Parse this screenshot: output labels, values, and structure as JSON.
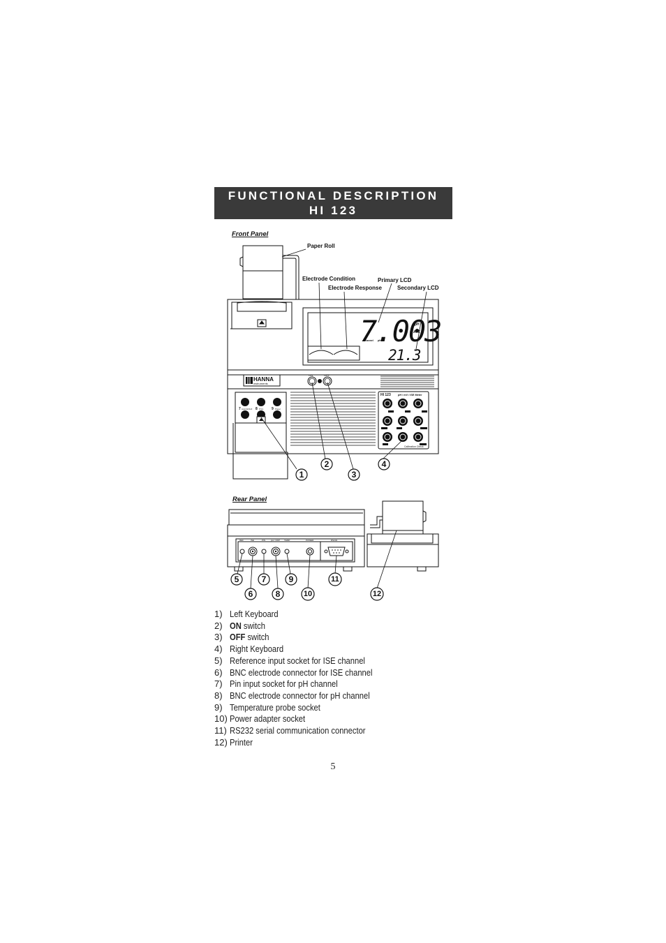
{
  "header": {
    "line1": "FUNCTIONAL DESCRIPTION",
    "line2": "HI 123"
  },
  "front_panel": {
    "label": "Front Panel",
    "callouts": {
      "paper_roll": "Paper Roll",
      "electrode_condition": "Electrode Condition",
      "electrode_response": "Electrode Response",
      "primary_lcd": "Primary LCD",
      "secondary_lcd": "Secondary LCD"
    },
    "lcd": {
      "primary_value": "7.003",
      "unit": "pH",
      "atc": "ATC",
      "channel": "Channel",
      "channel_value": "pH",
      "secondary_value": "21.3",
      "secondary_unit": "°C"
    },
    "brand": "HANNA",
    "brand_sub": "instruments",
    "switch_on": "ON",
    "switch_off": "OFF",
    "model_label": "HI 123",
    "model_desc": "pH / mV / ISE Meter",
    "left_keys": [
      "7",
      "8",
      "9"
    ],
    "left_key_labels": [
      "Auto/HOLD",
      "Print",
      "Paper"
    ],
    "calibration_check": "Calibration Check",
    "numbers": [
      "1",
      "2",
      "3",
      "4"
    ]
  },
  "rear_panel": {
    "label": "Rear Panel",
    "connector_labels": [
      "REF",
      "ISE",
      "PIN",
      "pH / ORP",
      "TEMP",
      "POWER",
      "RS232"
    ],
    "numbers": [
      "5",
      "6",
      "7",
      "8",
      "9",
      "10",
      "11",
      "12"
    ]
  },
  "legend": [
    {
      "n": "1)",
      "bold": "",
      "text": "Left Keyboard"
    },
    {
      "n": "2)",
      "bold": "ON",
      "text": " switch"
    },
    {
      "n": "3)",
      "bold": "OFF",
      "text": " switch"
    },
    {
      "n": "4)",
      "bold": "",
      "text": "Right Keyboard"
    },
    {
      "n": "5)",
      "bold": "",
      "text": "Reference input socket for ISE channel"
    },
    {
      "n": "6)",
      "bold": "",
      "text": "BNC electrode connector for ISE channel"
    },
    {
      "n": "7)",
      "bold": "",
      "text": "Pin input socket for pH channel"
    },
    {
      "n": "8)",
      "bold": "",
      "text": "BNC electrode connector for pH channel"
    },
    {
      "n": "9)",
      "bold": "",
      "text": "Temperature probe socket"
    },
    {
      "n": "10)",
      "bold": "",
      "text": "Power adapter socket"
    },
    {
      "n": "11)",
      "bold": "",
      "text": "RS232 serial communication connector"
    },
    {
      "n": "12)",
      "bold": "",
      "text": "Printer"
    }
  ],
  "page_number": "5"
}
